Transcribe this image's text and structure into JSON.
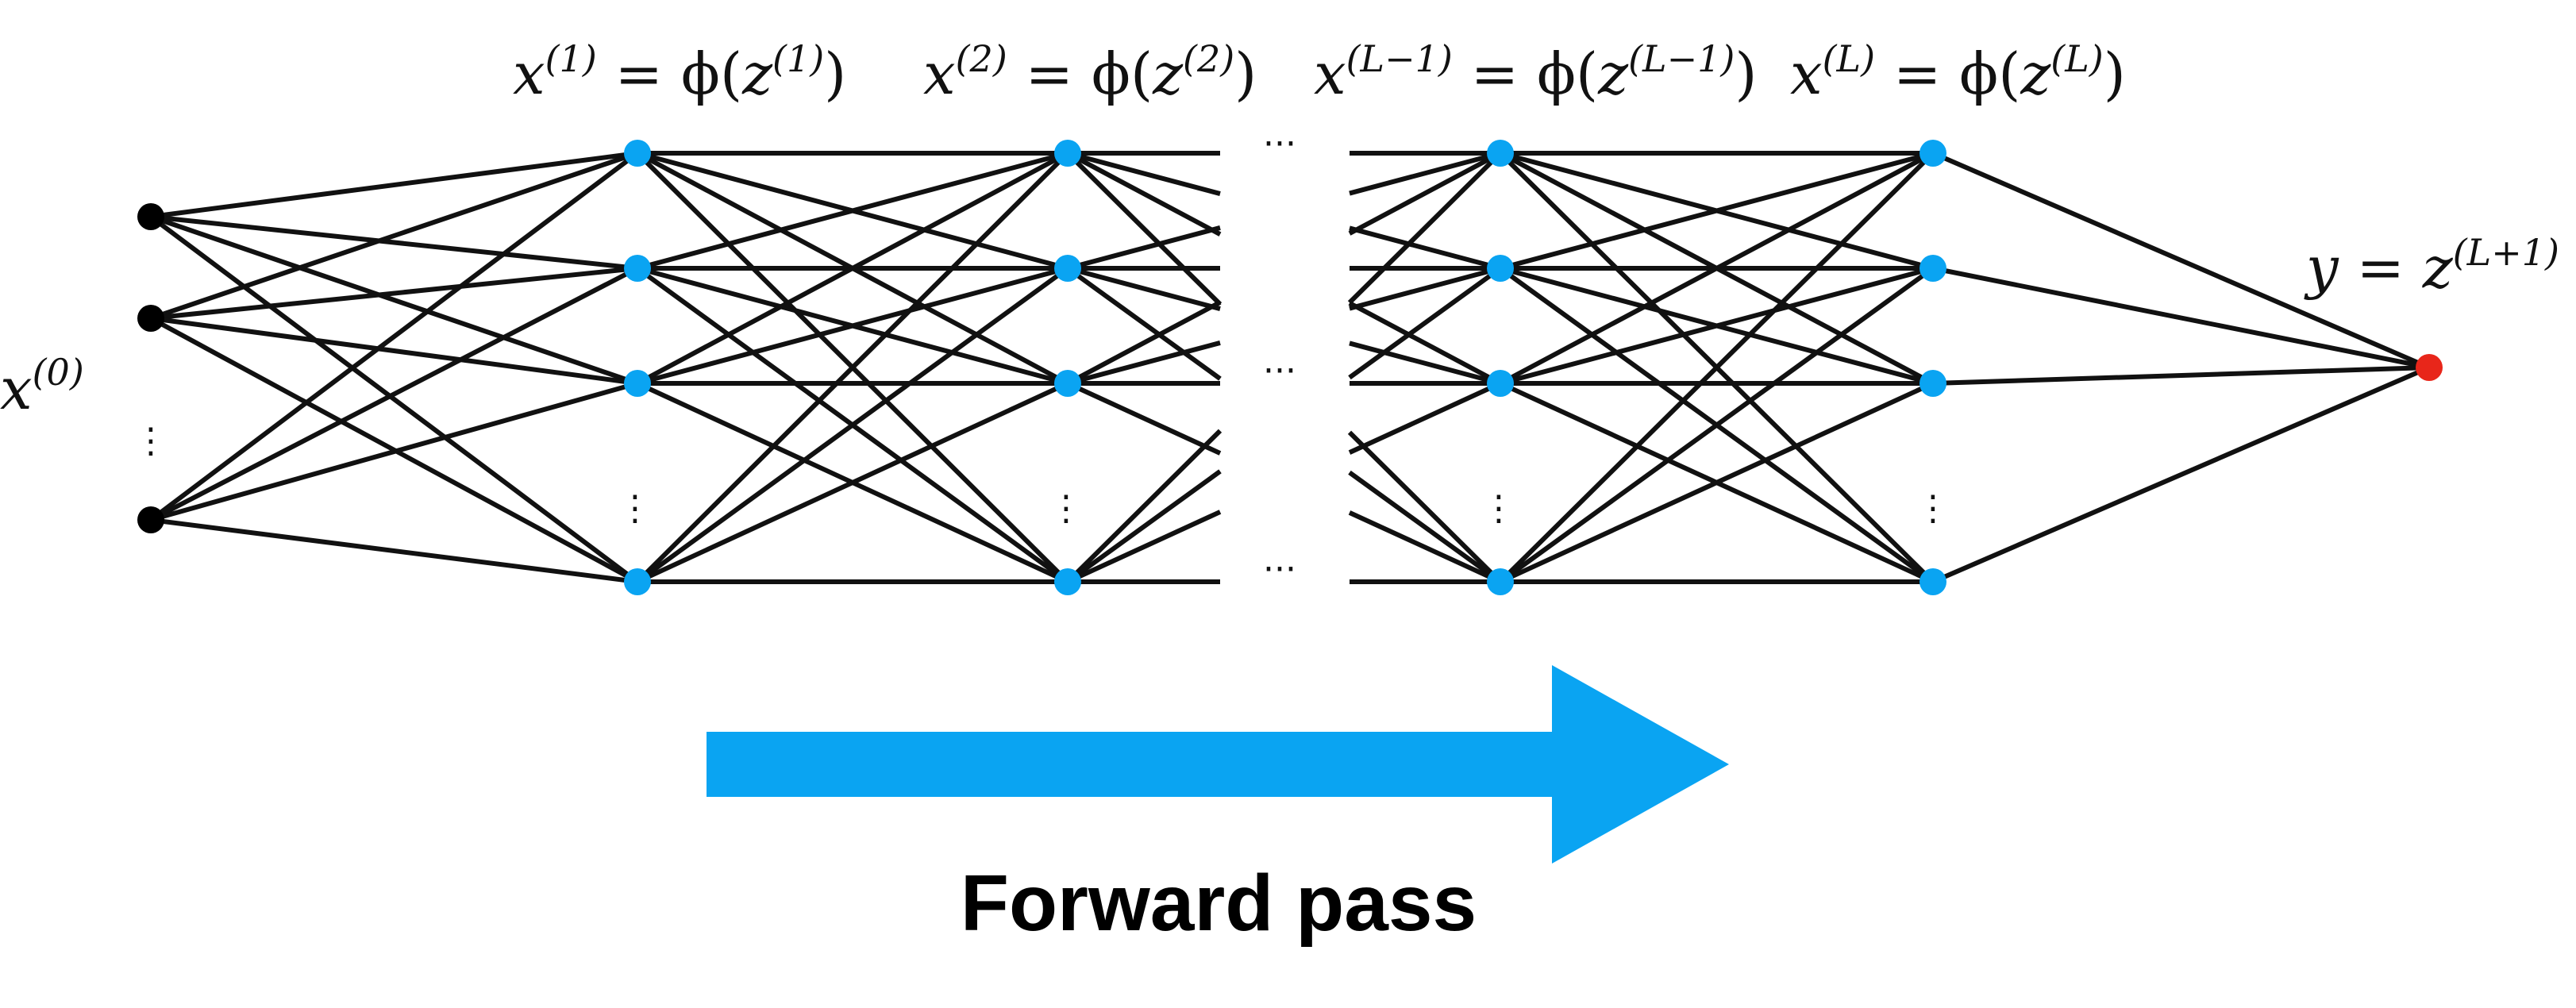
{
  "colors": {
    "edge": "#111111",
    "input_node": "#000000",
    "hidden_node": "#0aa4f2",
    "output_node": "#e8261a",
    "arrow": "#0aa4f2"
  },
  "labels": {
    "input_base": "x",
    "input_sup": "(0)",
    "h1_base": "x",
    "h1_sup": "(1)",
    "h1_eq": " = ϕ(",
    "h1_z": "z",
    "h1_zsup": "(1)",
    "h1_close": ")",
    "h2_base": "x",
    "h2_sup": "(2)",
    "h2_eq": " = ϕ(",
    "h2_z": "z",
    "h2_zsup": "(2)",
    "h2_close": ")",
    "hL1_base": "x",
    "hL1_sup": "(L−1)",
    "hL1_eq": " = ϕ(",
    "hL1_z": "z",
    "hL1_zsup": "(L−1)",
    "hL1_close": ")",
    "hL_base": "x",
    "hL_sup": "(L)",
    "hL_eq": " = ϕ(",
    "hL_z": "z",
    "hL_zsup": "(L)",
    "hL_close": ")",
    "out_base": "y = z",
    "out_sup": "(L+1)",
    "ellipsis_h": "···",
    "ellipsis_v": "⋮"
  },
  "arrow_label": "Forward pass",
  "network": {
    "layers": [
      "input",
      "hidden-1",
      "hidden-2",
      "hidden-L-1",
      "hidden-L",
      "output"
    ],
    "elided_between": [
      "hidden-2",
      "hidden-L-1"
    ]
  }
}
